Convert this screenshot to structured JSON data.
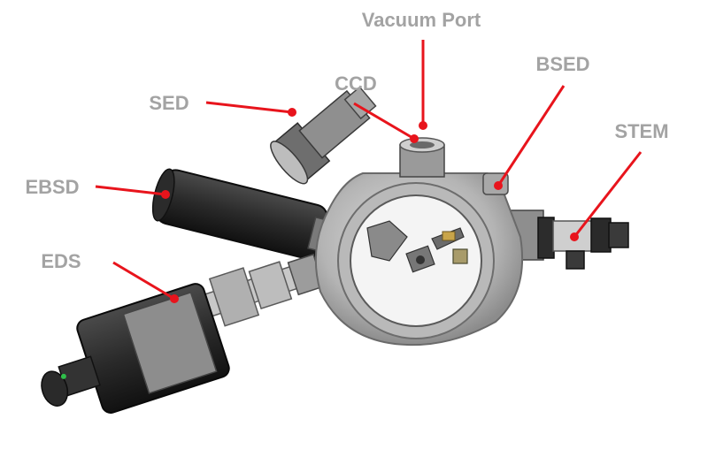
{
  "diagram": {
    "colors": {
      "leader": "#e8141c",
      "label": "#a3a3a3",
      "metal_light": "#c9c9c9",
      "metal_mid": "#9e9e9e",
      "metal_dark": "#5a5a5a",
      "body_black": "#1e1e1e"
    },
    "labels": {
      "vacuum_port": "Vacuum Port",
      "ccd": "CCD",
      "bsed": "BSED",
      "sed": "SED",
      "stem": "STEM",
      "ebsd": "EBSD",
      "eds": "EDS"
    }
  }
}
